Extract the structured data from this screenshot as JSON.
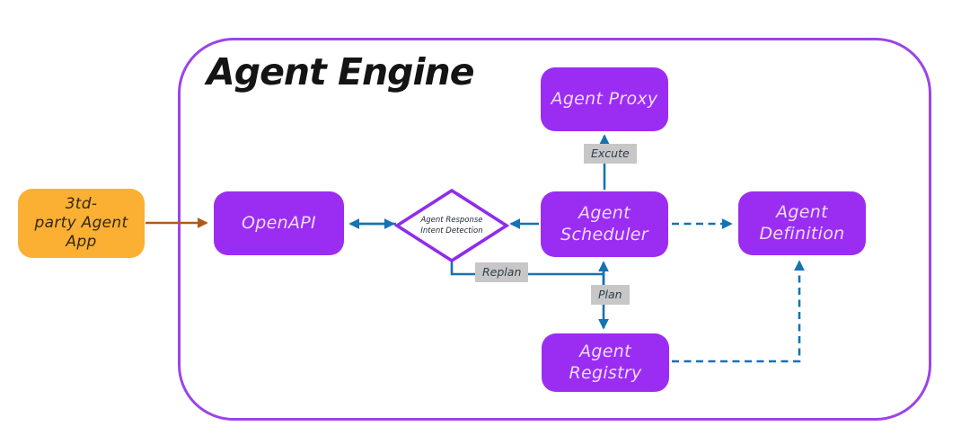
{
  "title": "Agent Engine",
  "colors": {
    "node_fill": "#9b2df2",
    "node_text": "#eedcff",
    "container_border": "#9c44e8",
    "diamond_border": "#8f2cec",
    "external_fill": "#fbb034",
    "external_text": "#33280d",
    "arrow_blue": "#1673b1",
    "arrow_orange": "#b05a1a",
    "label_bg": "#c7c7c7",
    "label_text": "#2f3e50",
    "title_color": "#141414"
  },
  "nodes": {
    "third_party": {
      "label": "3td-\nparty Agent\nApp"
    },
    "openapi": {
      "label": "OpenAPI"
    },
    "proxy": {
      "label": "Agent Proxy"
    },
    "scheduler": {
      "label": "Agent\nScheduler"
    },
    "definition": {
      "label": "Agent\nDefinition"
    },
    "registry": {
      "label": "Agent\nRegistry"
    },
    "intent_detection": {
      "label": "Agent Response\nIntent Detection"
    }
  },
  "edge_labels": {
    "execute": "Excute",
    "replan": "Replan",
    "plan": "Plan"
  },
  "edges": [
    {
      "from": "3td-party Agent App",
      "to": "OpenAPI",
      "style": "solid-orange",
      "direction": "forward"
    },
    {
      "from": "OpenAPI",
      "to": "Agent Response Intent Detection",
      "style": "solid-blue",
      "direction": "both"
    },
    {
      "from": "Agent Scheduler",
      "to": "Agent Response Intent Detection",
      "style": "solid-blue",
      "direction": "forward"
    },
    {
      "from": "Agent Response Intent Detection",
      "to": "Agent Scheduler",
      "style": "solid-blue",
      "direction": "forward",
      "label": "Replan"
    },
    {
      "from": "Agent Scheduler",
      "to": "Agent Proxy",
      "style": "solid-blue",
      "direction": "forward",
      "label": "Excute"
    },
    {
      "from": "Agent Scheduler",
      "to": "Agent Registry",
      "style": "solid-blue",
      "direction": "forward",
      "label": "Plan"
    },
    {
      "from": "Agent Scheduler",
      "to": "Agent Definition",
      "style": "dashed-blue",
      "direction": "forward"
    },
    {
      "from": "Agent Registry",
      "to": "Agent Definition",
      "style": "dashed-blue",
      "direction": "forward"
    }
  ]
}
